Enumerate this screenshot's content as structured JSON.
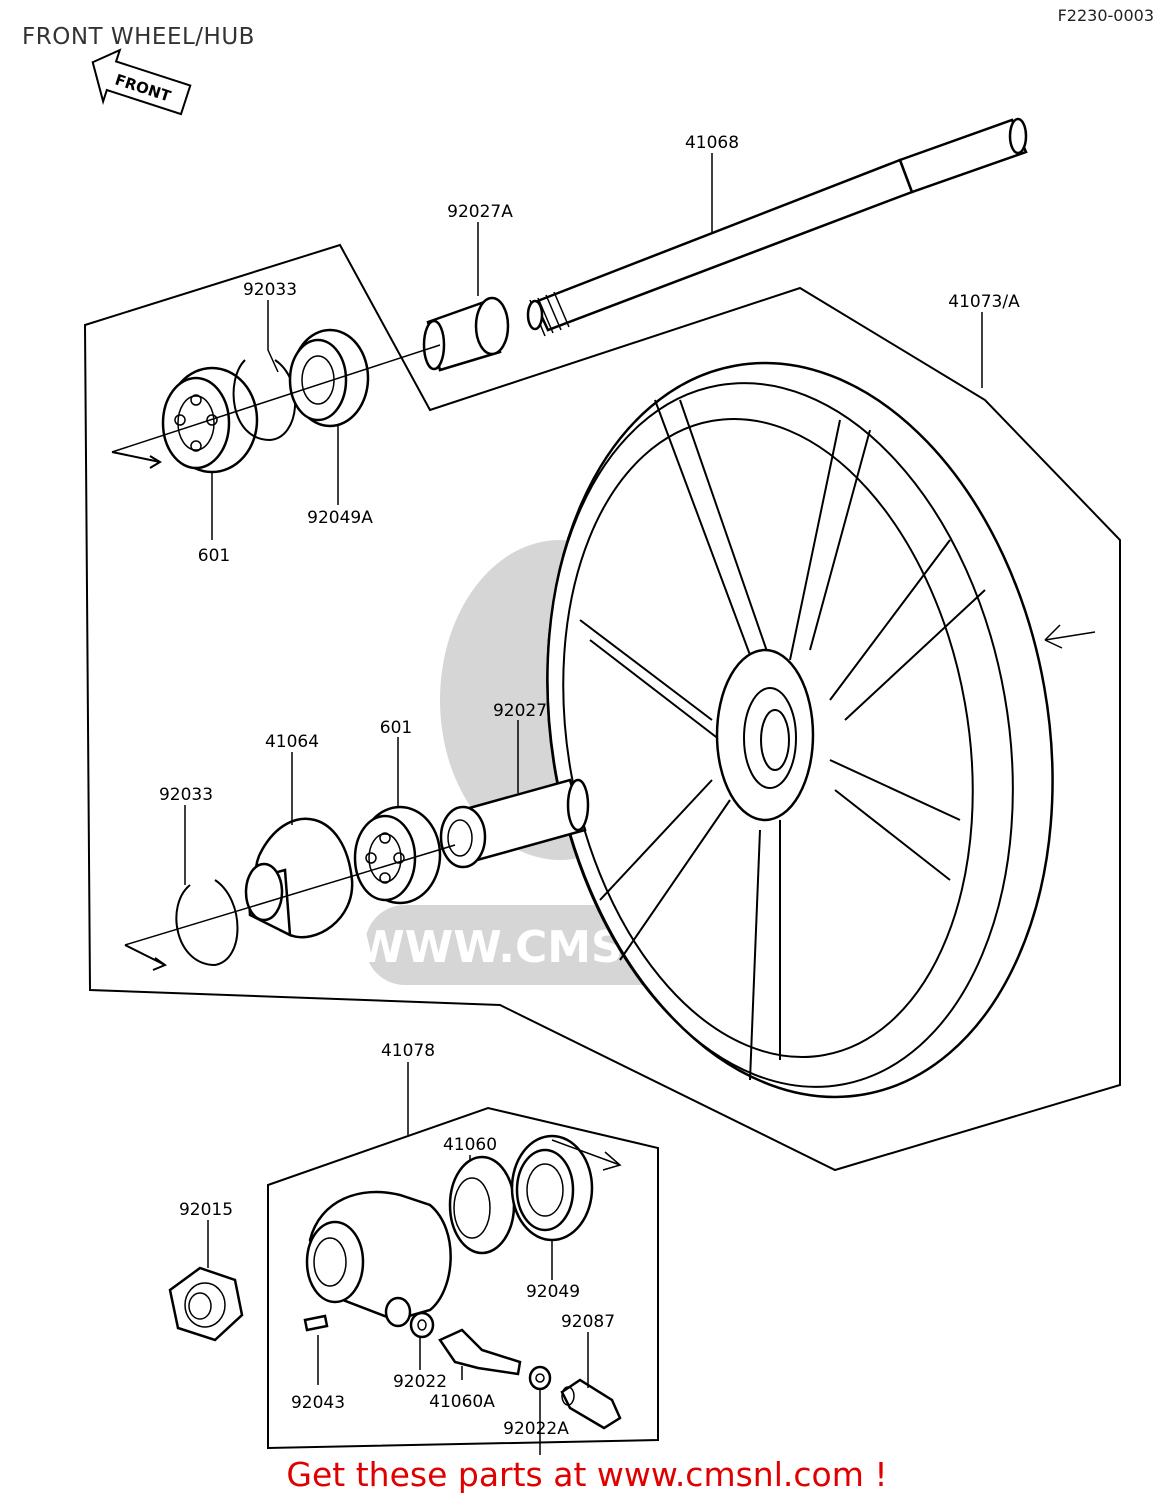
{
  "header": {
    "title": "FRONT WHEEL/HUB",
    "diagram_code": "F2230-0003"
  },
  "direction_arrow": {
    "label": "FRONT"
  },
  "watermark": {
    "text": "WWW.CMSNL.COM",
    "logo": "cms-logo"
  },
  "parts": {
    "p41068": "41068",
    "p92027A": "92027A",
    "p41073A": "41073/A",
    "p92033a": "92033",
    "p92049A": "92049A",
    "p601a": "601",
    "p41064": "41064",
    "p601b": "601",
    "p92027": "92027",
    "p92033b": "92033",
    "p41078": "41078",
    "p41060": "41060",
    "p92015": "92015",
    "p92049": "92049",
    "p92087": "92087",
    "p92043": "92043",
    "p92022": "92022",
    "p41060A": "41060A",
    "p92022A": "92022A"
  },
  "footer": {
    "text": "Get these parts at www.cmsnl.com !"
  }
}
